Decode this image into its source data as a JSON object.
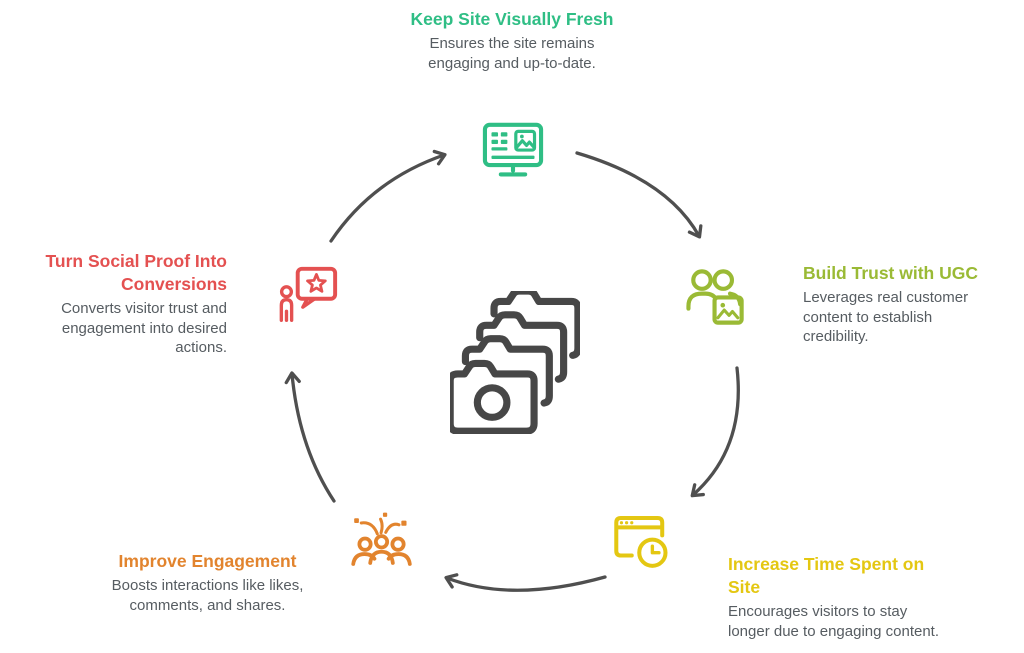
{
  "diagram": {
    "type": "cycle",
    "direction": "clockwise",
    "background": "#FFFFFF",
    "arrow_color": "#4F4F4F",
    "center_icon": "photo-burst-camera-icon",
    "center_icon_color": "#474747",
    "description_color": "#565C61",
    "nodes": [
      {
        "position": "top",
        "title": "Keep Site Visually Fresh",
        "description": "Ensures the site remains engaging and up-to-date.",
        "color": "#2FBE85",
        "icon": "website-monitor-image-icon"
      },
      {
        "position": "right",
        "title": "Build Trust with UGC",
        "description": "Leverages real customer content to establish credibility.",
        "color": "#9ABA35",
        "icon": "customers-photo-icon"
      },
      {
        "position": "bottom-right",
        "title": "Increase Time Spent on Site",
        "description": "Encourages visitors to stay longer due to engaging content.",
        "color": "#E4C712",
        "icon": "browser-clock-icon"
      },
      {
        "position": "bottom-left",
        "title": "Improve Engagement",
        "description": "Boosts interactions like likes, comments, and shares.",
        "color": "#E2842E",
        "icon": "celebrating-people-icon"
      },
      {
        "position": "left",
        "title": "Turn Social Proof Into Conversions",
        "description": "Converts visitor trust and engagement into desired actions.",
        "color": "#E45151",
        "icon": "person-review-bubble-icon"
      }
    ]
  }
}
